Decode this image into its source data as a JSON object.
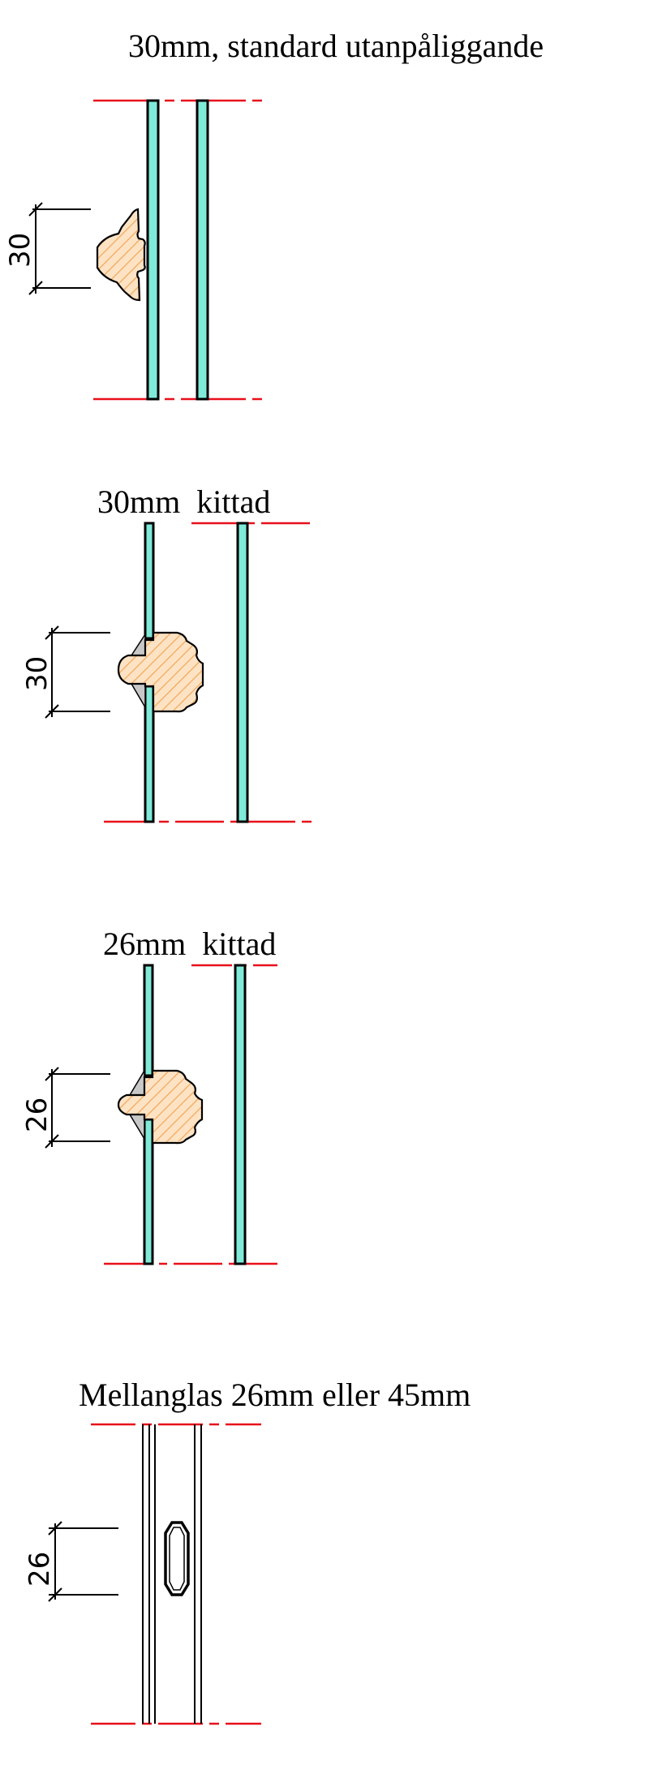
{
  "sections": [
    {
      "title": "30mm, standard utanpåliggande",
      "dimension": "30"
    },
    {
      "title": "30mm  kittad",
      "dimension": "30"
    },
    {
      "title": "26mm  kittad",
      "dimension": "26"
    },
    {
      "title": "Mellanglas 26mm eller 45mm",
      "dimension": "26"
    }
  ],
  "colors": {
    "glass": "#7fead8",
    "hatch_fill": "#fde3c4",
    "hatch_line": "#f2a85c",
    "boundary_line": "#e8101a",
    "putty": "#c8c8c8"
  }
}
